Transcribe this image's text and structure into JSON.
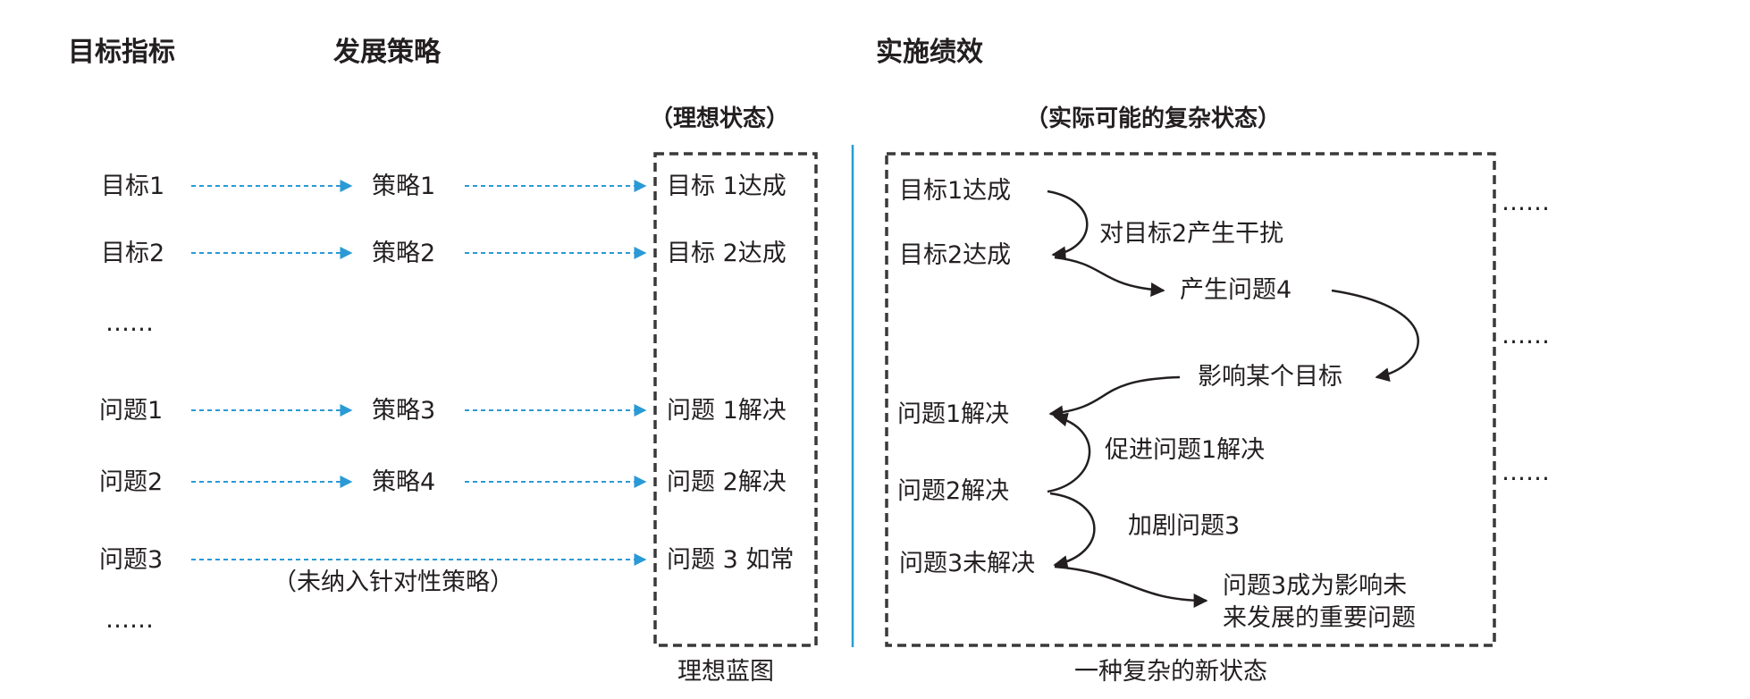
{
  "headers": {
    "goals": "目标指标",
    "strategy": "发展策略",
    "performance": "实施绩效"
  },
  "subheaders": {
    "ideal": "（理想状态）",
    "actual": "（实际可能的复杂状态）"
  },
  "left_items": {
    "goal1": "目标1",
    "goal2": "目标2",
    "ellipsis1": "……",
    "problem1": "问题1",
    "problem2": "问题2",
    "problem3": "问题3",
    "ellipsis2": "……"
  },
  "strategies": {
    "s1": "策略1",
    "s2": "策略2",
    "s3": "策略3",
    "s4": "策略4",
    "none": "（未纳入针对性策略）"
  },
  "ideal_box": {
    "r1": "目标 1达成",
    "r2": "目标 2达成",
    "r3": "问题 1解决",
    "r4": "问题 2解决",
    "r5": "问题 3 如常",
    "caption": "理想蓝图"
  },
  "actual_box": {
    "goal1_done": "目标1达成",
    "goal2_done": "目标2达成",
    "interfere": "对目标2产生干扰",
    "problem4": "产生问题4",
    "affect_goal": "影响某个目标",
    "problem1_solved": "问题1解决",
    "promote": "促进问题1解决",
    "problem2_solved": "问题2解决",
    "worsen": "加剧问题3",
    "problem3_unsolved": "问题3未解决",
    "problem3_outcome": "问题3成为影响未\n来发展的重要问题",
    "caption": "一种复杂的新状态"
  },
  "side_ellipses": [
    "……",
    "……",
    "……"
  ],
  "colors": {
    "text": "#231f20",
    "arrow": "#2a9ad6",
    "divider": "#2a9ad6",
    "box_border": "#3a3a3a"
  }
}
